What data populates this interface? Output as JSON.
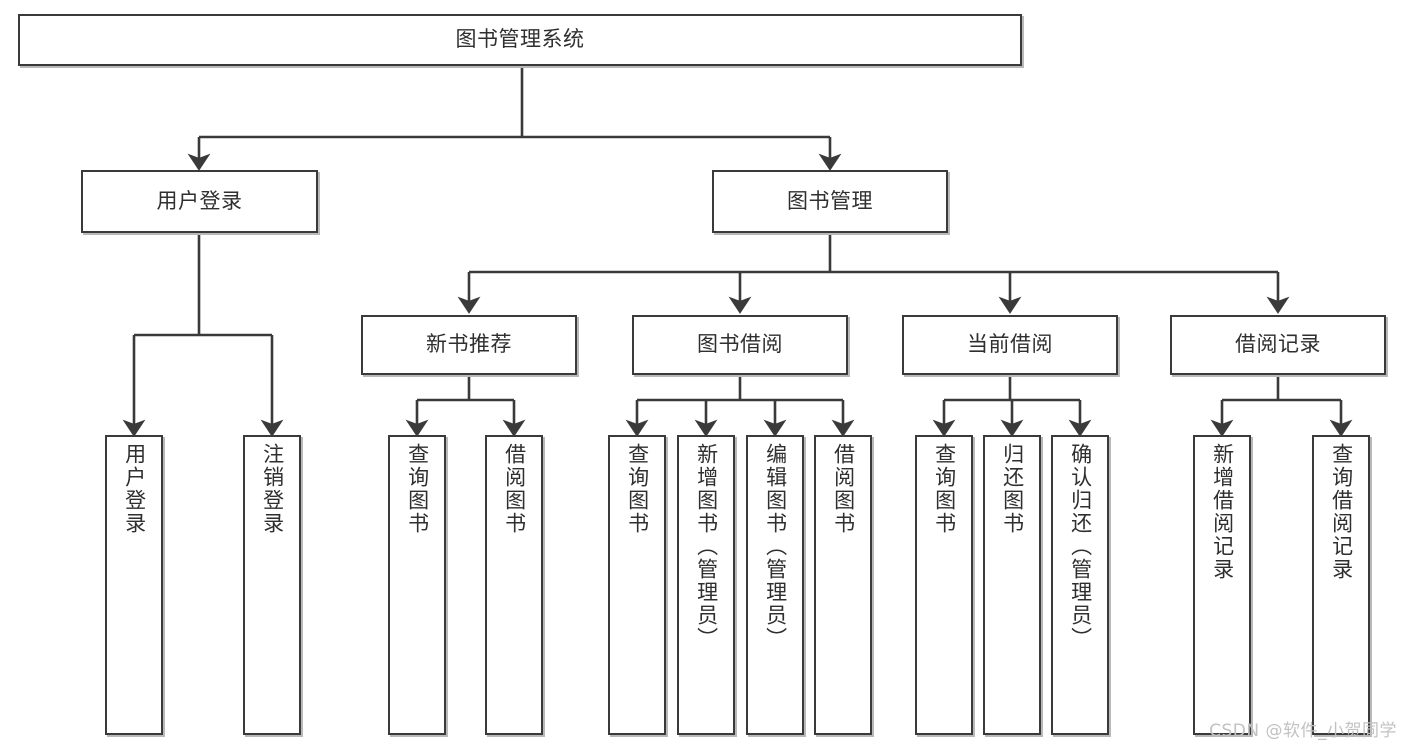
{
  "diagram": {
    "title": "图书管理系统",
    "type": "tree-hierarchy",
    "watermark": "CSDN @软件_小贺同学",
    "colors": {
      "box_border": "#3a3a3a",
      "box_fill": "#ffffff",
      "connector": "#3a3a3a",
      "text": "#2f2f2f",
      "watermark": "#c2c2c2",
      "background": "#ffffff"
    },
    "root": {
      "label": "图书管理系统"
    },
    "level1": [
      {
        "id": "user-login",
        "label": "用户登录"
      },
      {
        "id": "book-manage",
        "label": "图书管理"
      }
    ],
    "level2": [
      {
        "id": "new-book-rec",
        "label": "新书推荐",
        "parent": "book-manage"
      },
      {
        "id": "book-borrow",
        "label": "图书借阅",
        "parent": "book-manage"
      },
      {
        "id": "current-borrow",
        "label": "当前借阅",
        "parent": "book-manage"
      },
      {
        "id": "borrow-record",
        "label": "借阅记录",
        "parent": "book-manage"
      }
    ],
    "leaves": {
      "user-login": [
        {
          "id": "leaf-user-login",
          "label": "用户登录"
        },
        {
          "id": "leaf-logout",
          "label": "注销登录"
        }
      ],
      "new-book-rec": [
        {
          "id": "leaf-query-book-1",
          "label": "查询图书"
        },
        {
          "id": "leaf-borrow-book-1",
          "label": "借阅图书"
        }
      ],
      "book-borrow": [
        {
          "id": "leaf-query-book-2",
          "label": "查询图书"
        },
        {
          "id": "leaf-add-book",
          "label": "新增图书（管理员）"
        },
        {
          "id": "leaf-edit-book",
          "label": "编辑图书（管理员）"
        },
        {
          "id": "leaf-borrow-book-2",
          "label": "借阅图书"
        }
      ],
      "current-borrow": [
        {
          "id": "leaf-query-book-3",
          "label": "查询图书"
        },
        {
          "id": "leaf-return-book",
          "label": "归还图书"
        },
        {
          "id": "leaf-confirm-return",
          "label": "确认归还（管理员）"
        }
      ],
      "borrow-record": [
        {
          "id": "leaf-add-record",
          "label": "新增借阅记录"
        },
        {
          "id": "leaf-query-record",
          "label": "查询借阅记录"
        }
      ]
    }
  }
}
